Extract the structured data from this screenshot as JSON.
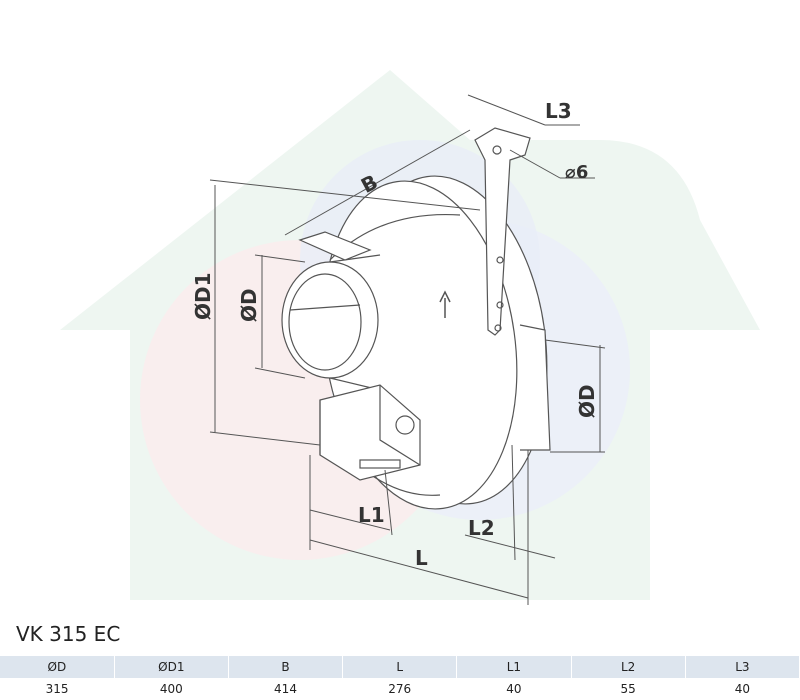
{
  "drawing": {
    "dimensions": {
      "l3": "L3",
      "b": "B",
      "hole": "⌀6",
      "d1": "ØD1",
      "d_inlet": "ØD",
      "d_outlet": "ØD",
      "l1": "L1",
      "l2": "L2",
      "l": "L"
    },
    "colors": {
      "line": "#555555",
      "watermark_green": "#e6f2ea",
      "watermark_blue": "#e4ecf6",
      "watermark_red": "#f8e4e6"
    }
  },
  "product": {
    "model": "VK 315 EC"
  },
  "specs": {
    "headers": [
      "ØD",
      "ØD1",
      "B",
      "L",
      "L1",
      "L2",
      "L3"
    ],
    "values": [
      "315",
      "400",
      "414",
      "276",
      "40",
      "55",
      "40"
    ],
    "header_bg": "#dde5ee"
  }
}
